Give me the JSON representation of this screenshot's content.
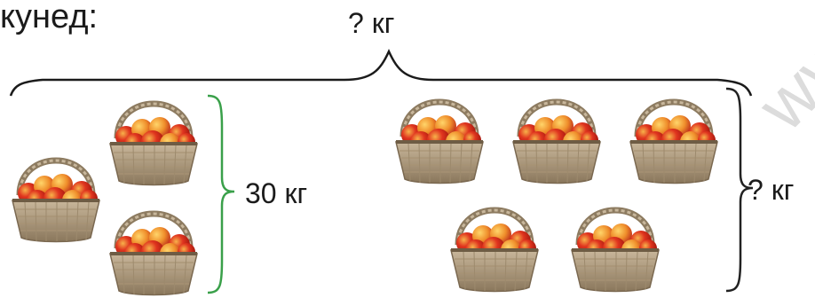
{
  "header_text": "кунед:",
  "total_label": "? кг",
  "left_group_label": "30 кг",
  "right_group_label": "? кг",
  "watermark_text": "www.book.uz",
  "left_group": {
    "basket_count": 3,
    "brace_color": "#3aa04a"
  },
  "right_group": {
    "basket_count": 5,
    "brace_color": "#222222"
  },
  "apple_colors": [
    "#d9261c",
    "#f0a93a",
    "#b3180f"
  ]
}
